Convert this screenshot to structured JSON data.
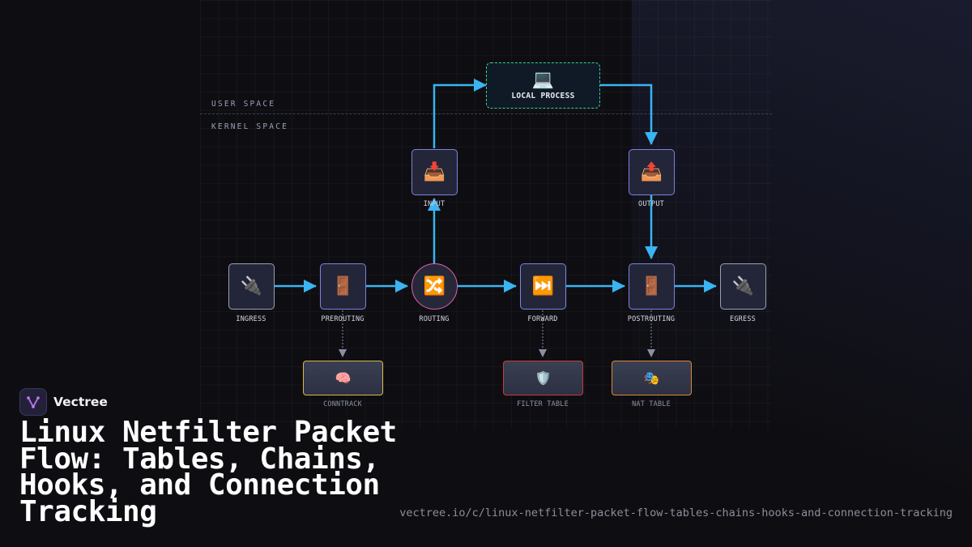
{
  "diagram": {
    "user_space_label": "USER SPACE",
    "kernel_space_label": "KERNEL SPACE",
    "local_process": {
      "icon": "laptop-icon",
      "glyph": "💻",
      "label": "LOCAL PROCESS"
    },
    "nodes": {
      "ingress": {
        "icon": "plug-icon",
        "glyph": "🔌",
        "label": "INGRESS"
      },
      "prerouting": {
        "icon": "door-icon",
        "glyph": "🚪",
        "label": "PREROUTING"
      },
      "routing": {
        "icon": "shuffle-icon",
        "glyph": "🔀",
        "label": "ROUTING"
      },
      "forward": {
        "icon": "fast-forward-icon",
        "glyph": "⏭️",
        "label": "FORWARD"
      },
      "postrouting": {
        "icon": "door-icon",
        "glyph": "🚪",
        "label": "POSTROUTING"
      },
      "egress": {
        "icon": "plug-icon",
        "glyph": "🔌",
        "label": "EGRESS"
      },
      "input": {
        "icon": "inbox-tray-icon",
        "glyph": "📥",
        "label": "INPUT"
      },
      "output": {
        "icon": "outbox-tray-icon",
        "glyph": "📤",
        "label": "OUTPUT"
      }
    },
    "tables": {
      "conntrack": {
        "icon": "brain-icon",
        "glyph": "🧠",
        "label": "CONNTRACK",
        "color": "#d8b84a"
      },
      "filter": {
        "icon": "shield-icon",
        "glyph": "🛡️",
        "label": "FILTER TABLE",
        "color": "#c83a3a"
      },
      "nat": {
        "icon": "theater-masks-icon",
        "glyph": "🎭",
        "label": "NAT TABLE",
        "color": "#d88a3a"
      }
    },
    "colors": {
      "arrow": "#3ab4f2",
      "hook_border": "#8080e0",
      "routing_border": "#e060a8",
      "local_border": "#3ecf9a"
    }
  },
  "brand": {
    "name": "Vectree",
    "icon": "vectree-logo-icon"
  },
  "title": "Linux Netfilter Packet Flow: Tables, Chains, Hooks, and Connection Tracking",
  "url": "vectree.io/c/linux-netfilter-packet-flow-tables-chains-hooks-and-connection-tracking"
}
